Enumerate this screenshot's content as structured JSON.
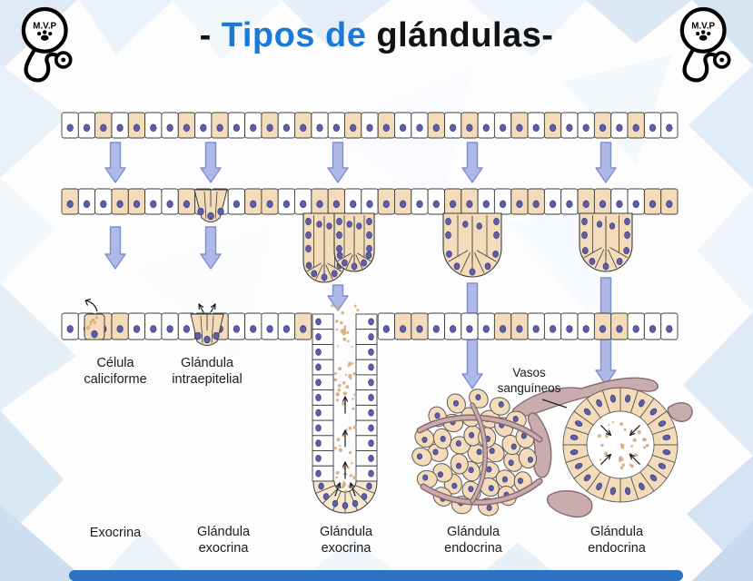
{
  "title": {
    "prefix": "- ",
    "highlight": "Tipos de",
    "rest": " glándulas",
    "suffix": "-"
  },
  "logo": {
    "text": "M.V.P"
  },
  "labels": {
    "celula_caliciforme": "Célula\ncaliciforme",
    "glandula_intraepitelial": "Glándula\nintraepitelial",
    "vasos_sanguineos": "Vasos\nsanguíneos",
    "exocrina": "Exocrina",
    "glandula_exocrina_1": "Glándula\nexocrina",
    "glandula_exocrina_2": "Glándula\nexocrina",
    "glandula_endocrina_1": "Glándula\nendocrina",
    "glandula_endocrina_2": "Glándula\nendocrina"
  },
  "colors": {
    "title_blue": "#1b7ad6",
    "title_dark": "#121212",
    "cell_fill": "#f4dcba",
    "cell_border": "#3d3d3d",
    "nucleus": "#5c5ea9",
    "nucleus_border": "#3c3e7e",
    "arrow_fill": "#aeb9e8",
    "arrow_border": "#7e8ed2",
    "secretion": "#d9b183",
    "vessel_fill": "#c9acae",
    "vessel_border": "#8a686e",
    "bottom_bar": "#2e70c4",
    "background": "#fdfdfe"
  }
}
